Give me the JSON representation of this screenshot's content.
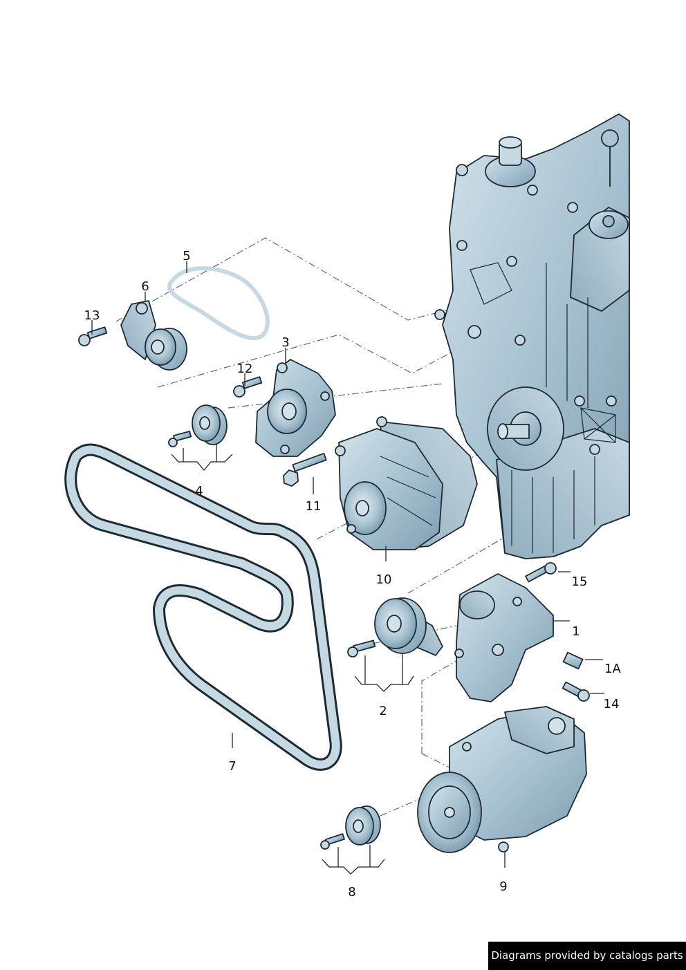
{
  "labels": {
    "l1": "1",
    "l1A": "1A",
    "l2": "2",
    "l3": "3",
    "l4": "4",
    "l5": "5",
    "l6": "6",
    "l7": "7",
    "l8": "8",
    "l9": "9",
    "l10": "10",
    "l11": "11",
    "l12": "12",
    "l13": "13",
    "l14": "14",
    "l15": "15"
  },
  "footer": {
    "credit": "Diagrams provided by catalogs parts"
  },
  "colors": {
    "part_fill": "#a9c3d2",
    "part_dark": "#7f9fb2",
    "part_light": "#d3e2ea",
    "outline": "#1b2a33",
    "dash_line": "#4a6e84"
  }
}
